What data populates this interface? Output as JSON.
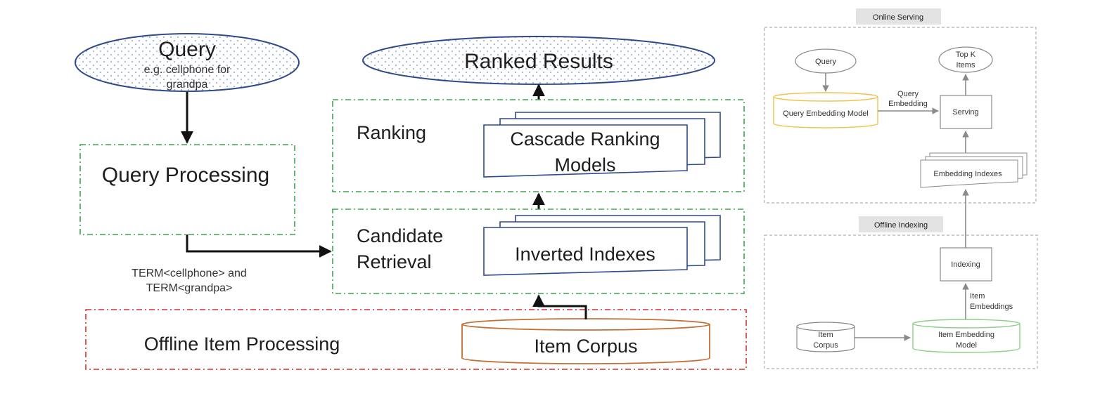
{
  "left_diagram": {
    "query_title": "Query",
    "query_example_line1": "e.g. cellphone for",
    "query_example_line2": "grandpa",
    "ranked_results": "Ranked Results",
    "query_processing": "Query Processing",
    "ranking_label": "Ranking",
    "cascade_line1": "Cascade Ranking",
    "cascade_line2": "Models",
    "candidate_line1": "Candidate",
    "candidate_line2": "Retrieval",
    "inverted_indexes": "Inverted Indexes",
    "term_line1": "TERM<cellphone> and",
    "term_line2": "TERM<grandpa>",
    "offline_item_processing": "Offline Item Processing",
    "item_corpus": "Item  Corpus"
  },
  "right_diagram": {
    "online_serving": "Online Serving",
    "offline_indexing": "Offline Indexing",
    "query": "Query",
    "top_k_line1": "Top K",
    "top_k_line2": "Items",
    "query_embedding_model": "Query Embedding Model",
    "query_embedding_line1": "Query",
    "query_embedding_line2": "Embedding",
    "serving": "Serving",
    "embedding_indexes": "Embedding Indexes",
    "indexing": "Indexing",
    "item_embeddings_line1": "Item",
    "item_embeddings_line2": "Embeddings",
    "item_corpus_line1": "Item",
    "item_corpus_line2": "Corpus",
    "item_embedding_model_line1": "Item Embedding",
    "item_embedding_model_line2": "Model"
  },
  "colors": {
    "ellipse_stroke": "#2f4a8a",
    "dot_fill": "#9fb4d6",
    "green_dash": "#3aa64a",
    "red_dash": "#d9302c",
    "corpus_brown": "#c2703a",
    "doc_blue": "#2f4a8a",
    "grey_dash": "#b0b0b0",
    "tag_bg": "#e3e3e3",
    "yellow_cyl": "#f0c24b",
    "green_cyl": "#8fd08a"
  }
}
